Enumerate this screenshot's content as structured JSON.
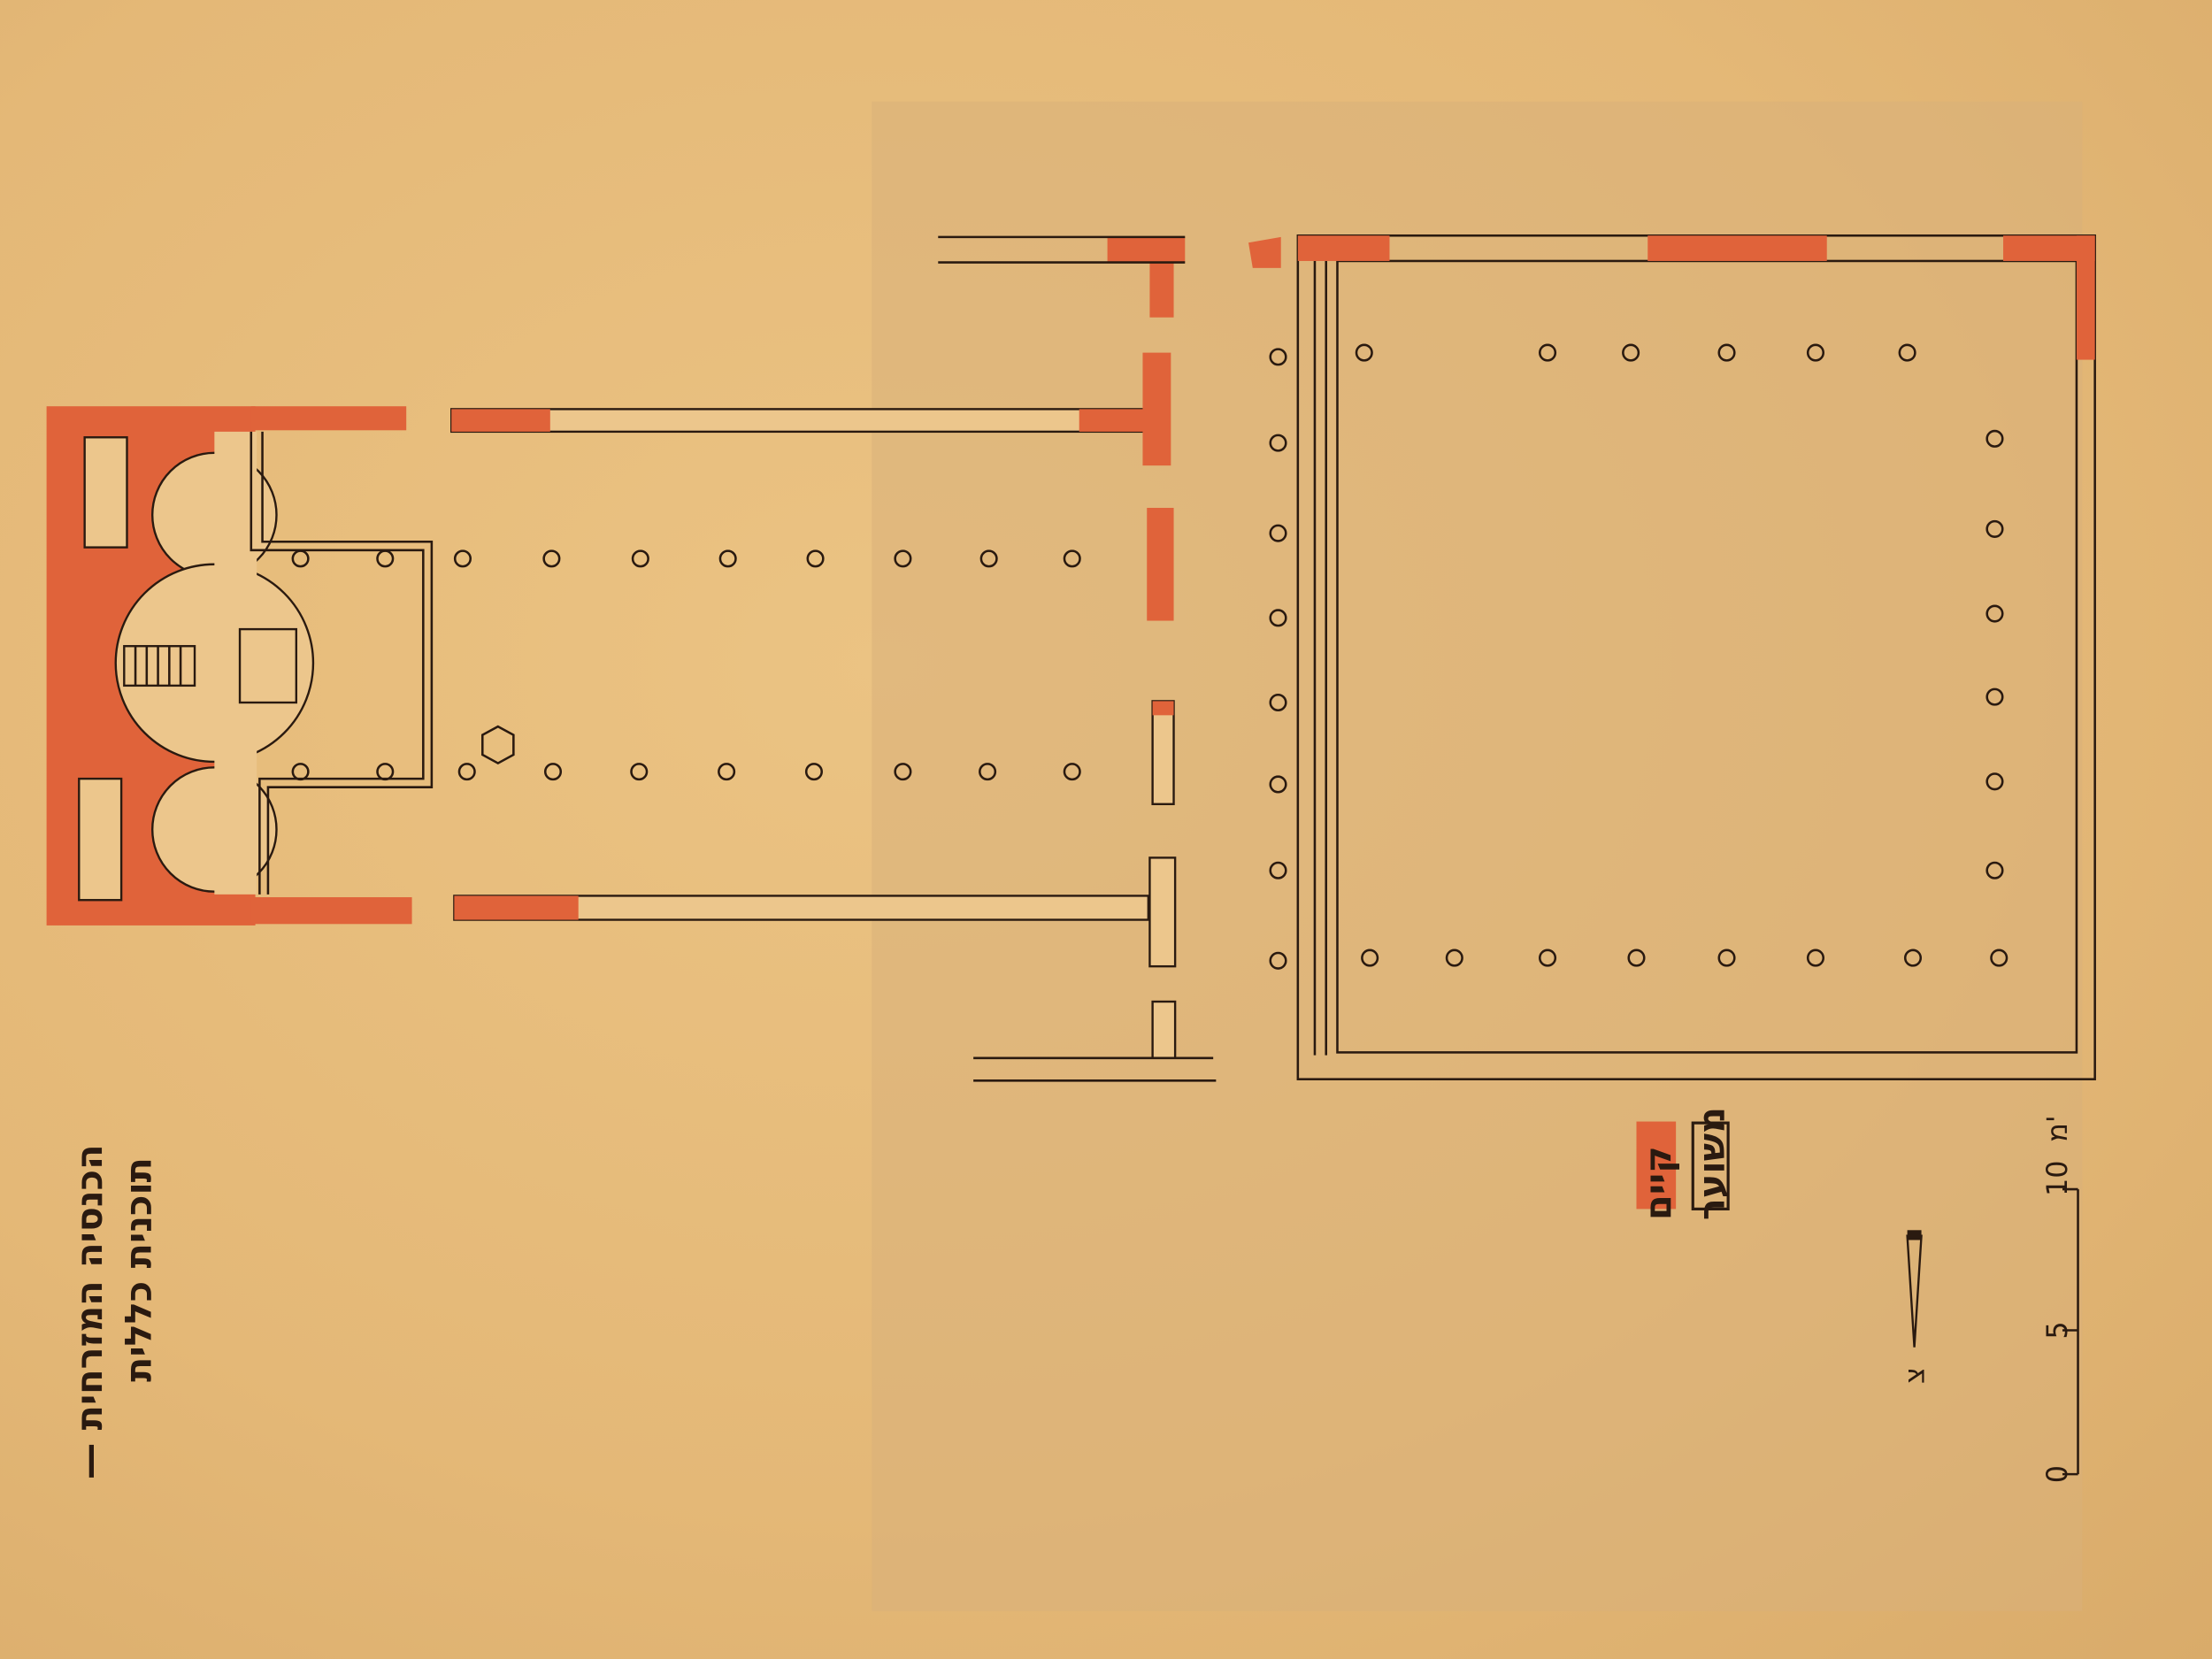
{
  "caption": {
    "line1": "הכנסיה המזרחית —",
    "line2": "תוכנית כללית"
  },
  "legend": {
    "existing_label": "קיים",
    "estimated_label": "משוער",
    "existing_color": "#e0633a"
  },
  "north_arrow": {
    "label": "צ",
    "icon": "north-arrow-icon"
  },
  "scale_bar": {
    "ticks": [
      "0",
      "5",
      "10"
    ],
    "unit": "מ'"
  },
  "colors": {
    "paper": "#e6bb7b",
    "ink": "#2a1a10",
    "existing": "#e0633a"
  }
}
